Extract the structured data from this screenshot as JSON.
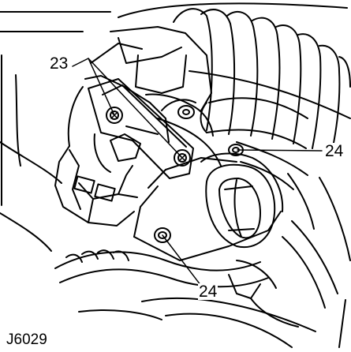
{
  "figure": {
    "callouts": [
      {
        "id": "c23",
        "label": "23"
      },
      {
        "id": "c24a",
        "label": "24"
      },
      {
        "id": "c24b",
        "label": "24"
      }
    ],
    "reference_code": "J6029"
  }
}
